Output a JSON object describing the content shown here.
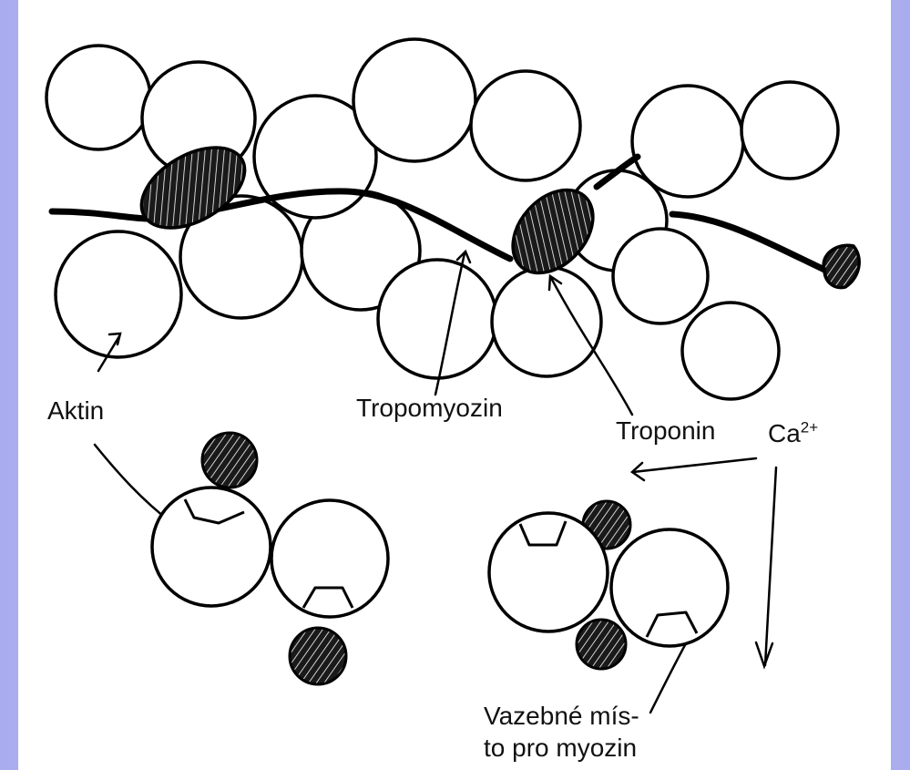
{
  "labels": {
    "aktin": "Aktin",
    "tropomyozin": "Tropomyozin",
    "troponin": "Troponin",
    "ca_base": "Ca",
    "ca_charge": "2+",
    "binding_site_line1": "Vazebné mís-",
    "binding_site_line2": "to pro myozin"
  },
  "colors": {
    "stroke": "#000000",
    "fill": "#ffffff",
    "troponin_fill": "#1a1a1a",
    "background": "#b8bbf2"
  }
}
